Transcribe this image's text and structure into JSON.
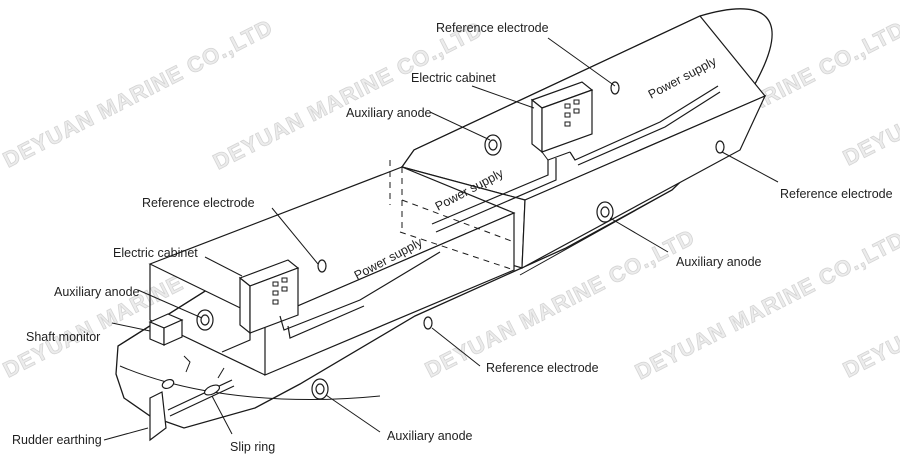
{
  "watermark": "DEYUAN MARINE CO.,LTD",
  "labels": {
    "reference_electrode_top": "Reference electrode",
    "electric_cabinet_fwd": "Electric cabinet",
    "auxiliary_anode_fwd": "Auxiliary anode",
    "power_supply_fwd_1": "Power supply",
    "power_supply_fwd_2": "Power supply",
    "reference_electrode_fwd_right": "Reference electrode",
    "auxiliary_anode_fwd_right": "Auxiliary anode",
    "reference_electrode_aft": "Reference electrode",
    "electric_cabinet_aft": "Electric cabinet",
    "power_supply_aft": "Power supply",
    "auxiliary_anode_aft": "Auxiliary anode",
    "shaft_monitor": "Shaft monitor",
    "reference_electrode_mid": "Reference electrode",
    "rudder_earthing": "Rudder earthing",
    "slip_ring": "Slip ring",
    "auxiliary_anode_bottom": "Auxiliary anode"
  }
}
